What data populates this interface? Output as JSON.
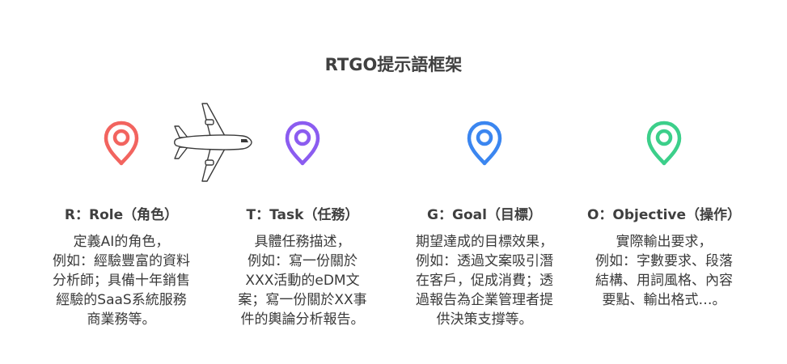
{
  "title": "RTGO提示語框架",
  "items": [
    {
      "heading": "R：Role（角色）",
      "color": "#f2645f",
      "lines": [
        "定義AI的角色，",
        "例如：經驗豐富的資料",
        "分析師；具備十年銷售",
        "經驗的SaaS系統服務",
        "商業務等。"
      ]
    },
    {
      "heading": "T：Task（任務）",
      "color": "#8b5cf0",
      "lines": [
        "具體任務描述，",
        "例如：寫一份關於",
        "XXX活動的eDM文",
        "案；寫一份關於XX事",
        "件的輿論分析報告。"
      ]
    },
    {
      "heading": "G：Goal（目標）",
      "color": "#3b86f0",
      "lines": [
        "期望達成的目標效果，",
        "例如：透過文案吸引潛",
        "在客戶，促成消費；透",
        "過報告為企業管理者提",
        "供決策支撐等。"
      ]
    },
    {
      "heading": "O：Objective（操作）",
      "color": "#3ccf8a",
      "lines": [
        "實際輸出要求，",
        "例如：字數要求、段落",
        "結構、用詞風格、內容",
        "要點、輸出格式…。"
      ]
    }
  ],
  "icons": {
    "pin": "map-pin-icon",
    "plane": "airplane-icon"
  }
}
